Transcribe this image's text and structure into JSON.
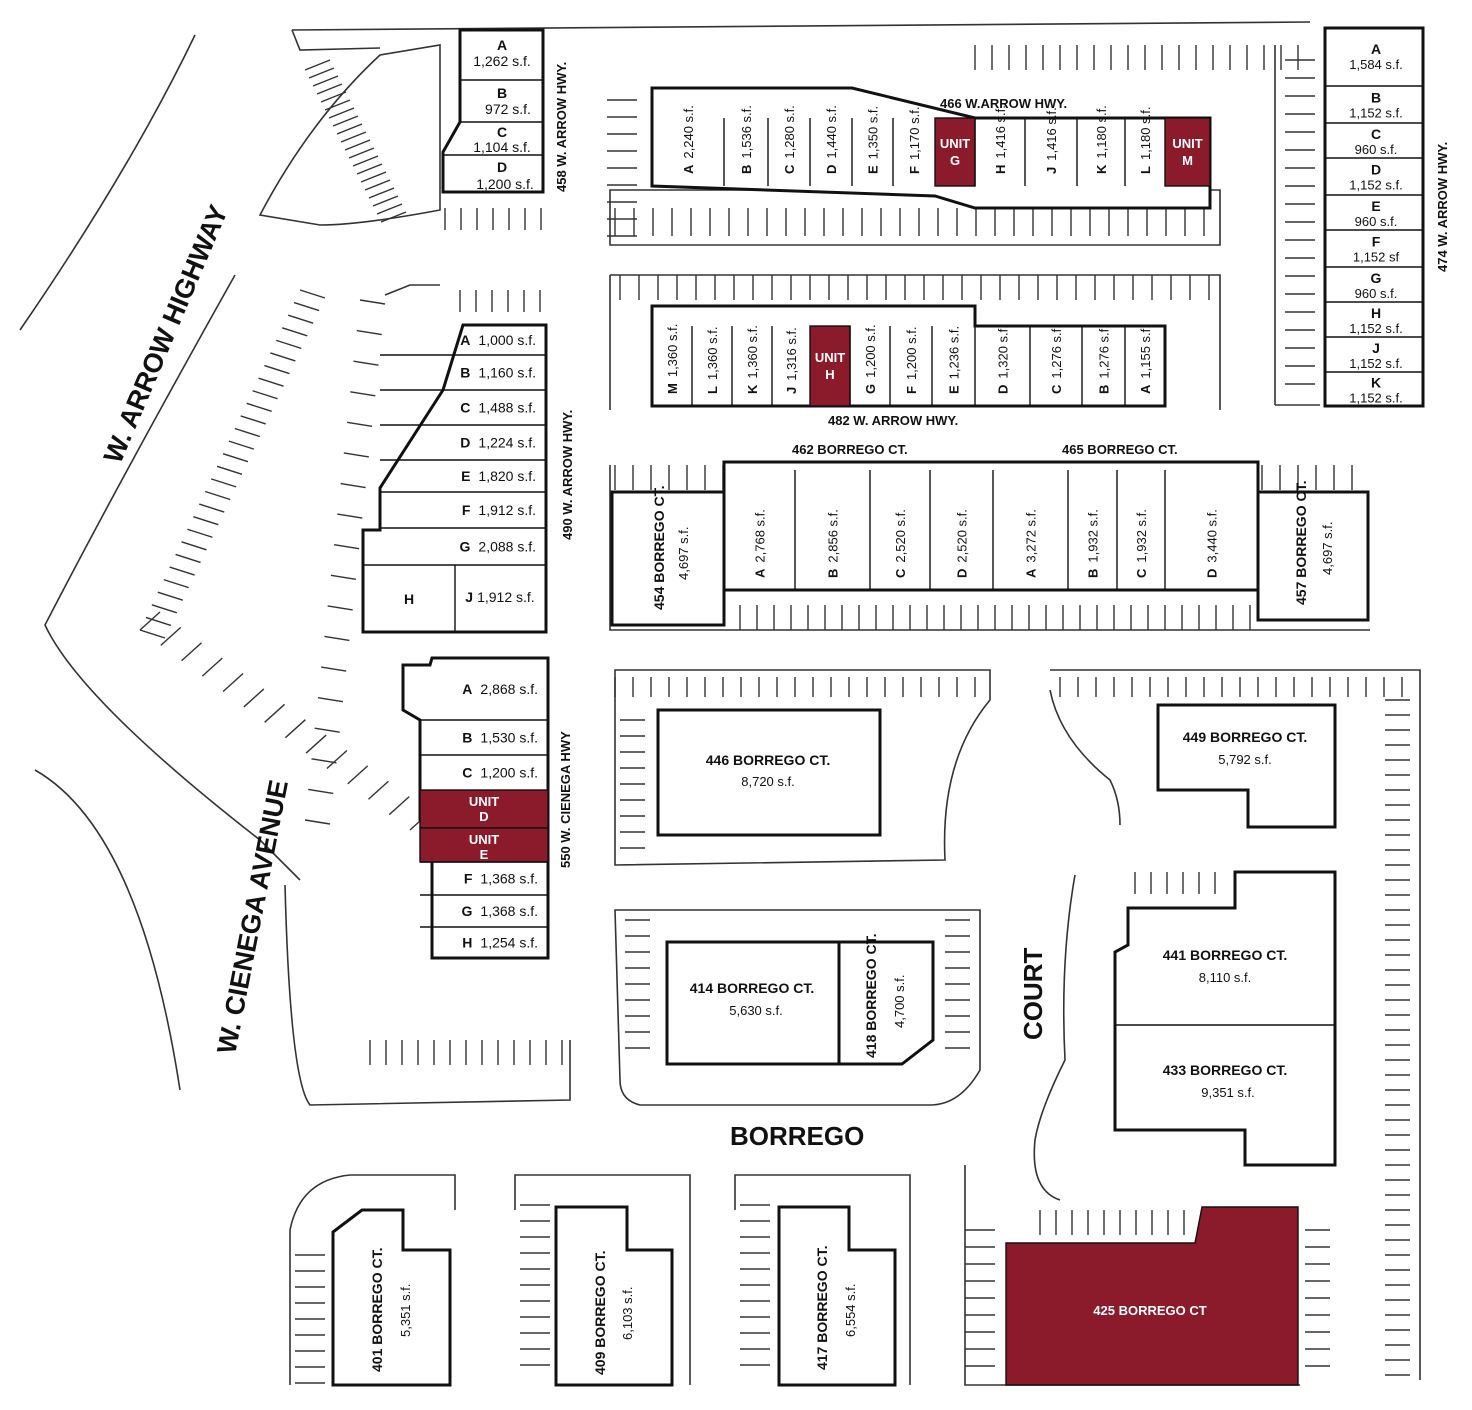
{
  "roads": {
    "arrow_highway": "W. ARROW HIGHWAY",
    "cienega_avenue": "W. CIENEGA AVENUE",
    "borrego": "BORREGO",
    "court": "COURT"
  },
  "addresses": {
    "a458": "458 W. ARROW HWY.",
    "a466": "466 W.ARROW HWY.",
    "a474": "474 W. ARROW HWY.",
    "a482": "482 W. ARROW HWY.",
    "a490": "490 W. ARROW HWY.",
    "a550": "550 W. CIENEGA HWY",
    "a462": "462 BORREGO CT.",
    "a465": "465 BORREGO CT."
  },
  "b458": [
    {
      "letter": "A",
      "sf": "1,262 s.f."
    },
    {
      "letter": "B",
      "sf": "972 s.f."
    },
    {
      "letter": "C",
      "sf": "1,104 s.f."
    },
    {
      "letter": "D",
      "sf": "1,200 s.f."
    }
  ],
  "b474": [
    {
      "letter": "A",
      "sf": "1,584 s.f."
    },
    {
      "letter": "B",
      "sf": "1,152 s.f."
    },
    {
      "letter": "C",
      "sf": "960 s.f."
    },
    {
      "letter": "D",
      "sf": "1,152 s.f."
    },
    {
      "letter": "E",
      "sf": "960 s.f."
    },
    {
      "letter": "F",
      "sf": "1,152 sf"
    },
    {
      "letter": "G",
      "sf": "960 s.f."
    },
    {
      "letter": "H",
      "sf": "1,152 s.f."
    },
    {
      "letter": "J",
      "sf": "1,152 s.f."
    },
    {
      "letter": "K",
      "sf": "1,152 s.f."
    }
  ],
  "b466": [
    {
      "label": "A 2,240 s.f."
    },
    {
      "label": "B 1,536 s.f."
    },
    {
      "label": "C 1,280 s.f."
    },
    {
      "label": "D 1,440 s.f."
    },
    {
      "label": "E 1,350 s.f."
    },
    {
      "label": "F 1,170 s.f."
    },
    {
      "label": "UNIT G"
    },
    {
      "label": "H 1,416 s.f."
    },
    {
      "label": "J 1,416 s.f."
    },
    {
      "label": "K 1,180 s.f."
    },
    {
      "label": "L 1,180 s.f."
    },
    {
      "label": "UNIT M"
    }
  ],
  "b482": [
    {
      "label": "M 1,360 s.f."
    },
    {
      "label": "L 1,360 s.f."
    },
    {
      "label": "K 1,360 s.f."
    },
    {
      "label": "J 1,316 s.f."
    },
    {
      "label": "UNIT H"
    },
    {
      "label": "G 1,200 s.f."
    },
    {
      "label": "F 1,200 s.f."
    },
    {
      "label": "E 1,236 s.f."
    },
    {
      "label": "D 1,320 s.f."
    },
    {
      "label": "C 1,276 s.f."
    },
    {
      "label": "B 1,276 s.f."
    },
    {
      "label": "A 1,155 s.f."
    }
  ],
  "b490": [
    {
      "letter": "A",
      "sf": "1,000 s.f."
    },
    {
      "letter": "B",
      "sf": "1,160 s.f."
    },
    {
      "letter": "C",
      "sf": "1,488 s.f."
    },
    {
      "letter": "D",
      "sf": "1,224 s.f."
    },
    {
      "letter": "E",
      "sf": "1,820 s.f."
    },
    {
      "letter": "F",
      "sf": "1,912 s.f."
    },
    {
      "letter": "G",
      "sf": "2,088 s.f."
    }
  ],
  "b490_bottom": {
    "h": "H",
    "j_letter": "J",
    "j_sf": "1,912 s.f."
  },
  "b550": [
    {
      "letter": "A",
      "sf": "2,868 s.f."
    },
    {
      "letter": "B",
      "sf": "1,530 s.f."
    },
    {
      "letter": "C",
      "sf": "1,200 s.f."
    },
    {
      "unit": "UNIT",
      "letter": "D"
    },
    {
      "unit": "UNIT",
      "letter": "E"
    },
    {
      "letter": "F",
      "sf": "1,368 s.f."
    },
    {
      "letter": "G",
      "sf": "1,368 s.f."
    },
    {
      "letter": "H",
      "sf": "1,254 s.f."
    }
  ],
  "b462_465": [
    {
      "label": "A 2,768 s.f."
    },
    {
      "label": "B 2,856 s.f."
    },
    {
      "label": "C 2,520 s.f."
    },
    {
      "label": "D 2,520 s.f."
    },
    {
      "label": "A 3,272 s.f."
    },
    {
      "label": "B 1,932 s.f."
    },
    {
      "label": "C 1,932 s.f."
    },
    {
      "label": "D 3,440 s.f."
    }
  ],
  "buildings": {
    "b454": {
      "name": "454 BORREGO CT.",
      "sf": "4,697 s.f."
    },
    "b457": {
      "name": "457 BORREGO CT.",
      "sf": "4,697 s.f."
    },
    "b446": {
      "name": "446 BORREGO CT.",
      "sf": "8,720 s.f."
    },
    "b449": {
      "name": "449 BORREGO CT.",
      "sf": "5,792 s.f."
    },
    "b414": {
      "name": "414 BORREGO CT.",
      "sf": "5,630 s.f."
    },
    "b418": {
      "name": "418 BORREGO CT.",
      "sf": "4,700 s.f."
    },
    "b441": {
      "name": "441 BORREGO CT.",
      "sf": "8,110 s.f."
    },
    "b433": {
      "name": "433 BORREGO CT.",
      "sf": "9,351 s.f."
    },
    "b401": {
      "name": "401 BORREGO CT.",
      "sf": "5,351 s.f."
    },
    "b409": {
      "name": "409 BORREGO CT.",
      "sf": "6,103 s.f."
    },
    "b417": {
      "name": "417 BORREGO CT.",
      "sf": "6,554 s.f."
    },
    "b425": {
      "name": "425 BORREGO CT"
    }
  },
  "colors": {
    "highlight": "#8b1a2b",
    "outline": "#111111"
  }
}
